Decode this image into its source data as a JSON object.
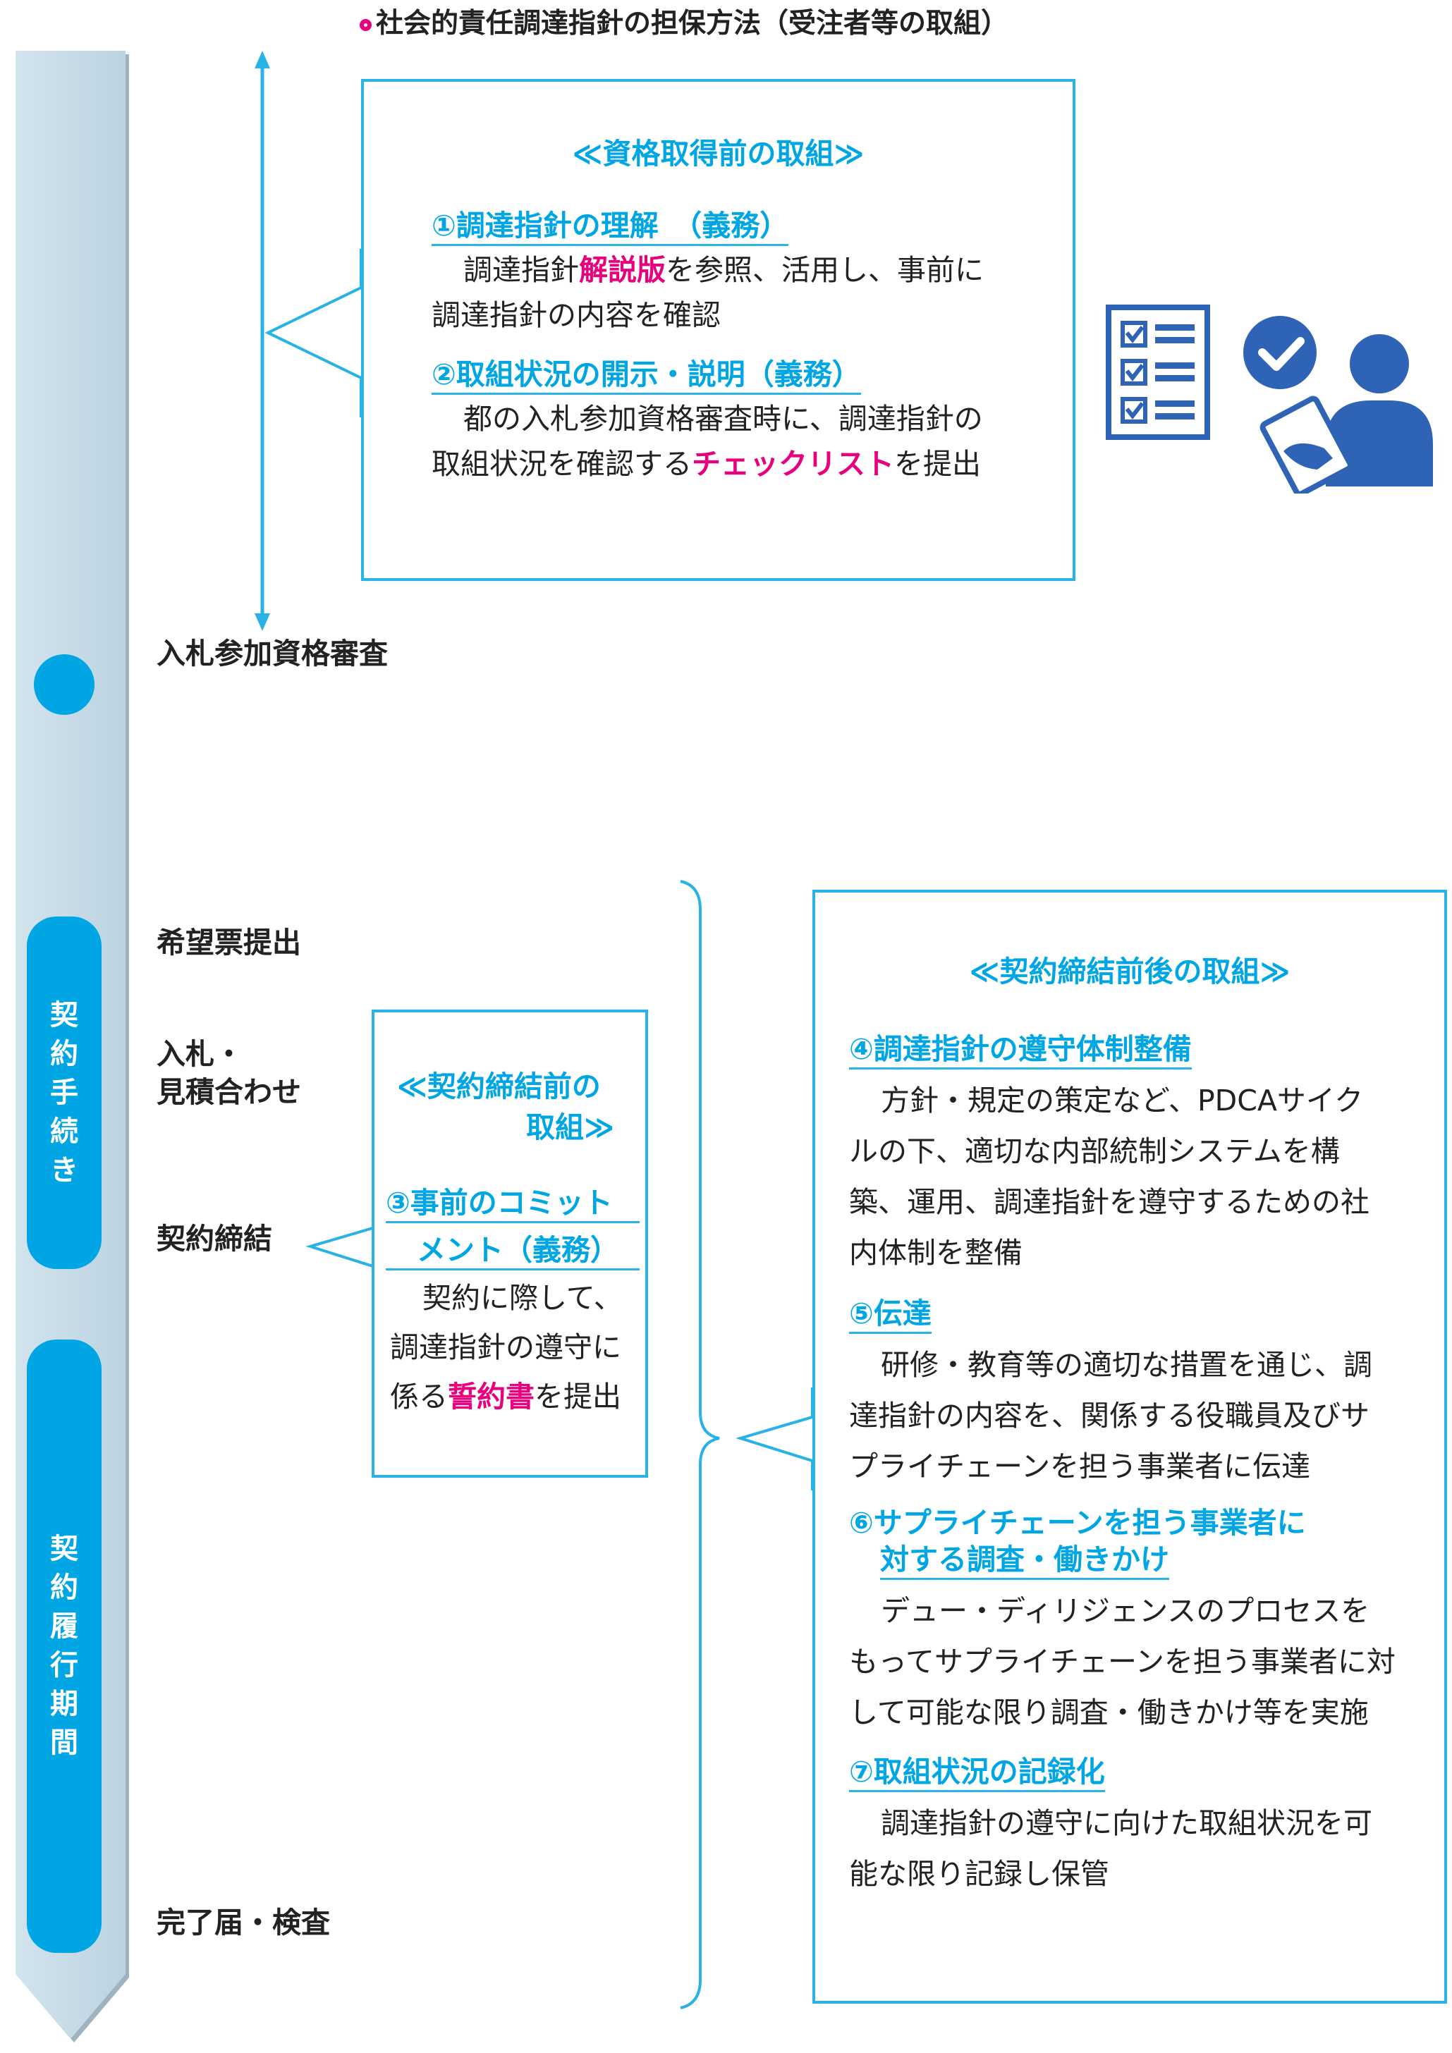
{
  "header": {
    "title": "社会的責任調達指針の担保方法（受注者等の取組）"
  },
  "timeline": {
    "stage_qualification": "入札参加資格審査",
    "stage_request": "希望票提出",
    "stage_bid_line1": "入札・",
    "stage_bid_line2": "見積合わせ",
    "stage_contract": "契約締結",
    "stage_complete": "完了届・検査",
    "pill_procedure": [
      "契",
      "約",
      "手",
      "続",
      "き"
    ],
    "pill_performance": [
      "契",
      "約",
      "履",
      "行",
      "期",
      "間"
    ]
  },
  "box_pre_qualification": {
    "title": "≪資格取得前の取組≫",
    "item1_heading": "①調達指針の理解　（義務）",
    "item1_text_a": "調達指針",
    "item1_highlight": "解説版",
    "item1_text_b": "を参照、活用し、事前に",
    "item1_text_c": "調達指針の内容を確認",
    "item2_heading": "②取組状況の開示・説明（義務）",
    "item2_text_a": "都の入札参加資格審査時に、調達指針の",
    "item2_text_b": "取組状況を確認する",
    "item2_highlight": "チェックリスト",
    "item2_text_c": "を提出"
  },
  "box_pre_contract": {
    "title_line1": "≪契約締結前の",
    "title_line2": "取組≫",
    "item3_heading_line1": "③事前のコミット",
    "item3_heading_line2": "メント（義務）",
    "item3_text_a": "契約に際して、",
    "item3_text_b": "調達指針の遵守に",
    "item3_text_c": "係る",
    "item3_highlight": "誓約書",
    "item3_text_d": "を提出"
  },
  "box_around_contract": {
    "title": "≪契約締結前後の取組≫",
    "item4_heading": "④調達指針の遵守体制整備",
    "item4_lines": [
      "方針・規定の策定など、PDCAサイク",
      "ルの下、適切な内部統制システムを構",
      "築、運用、調達指針を遵守するための社",
      "内体制を整備"
    ],
    "item5_heading": "⑤伝達",
    "item5_lines": [
      "研修・教育等の適切な措置を通じ、調",
      "達指針の内容を、関係する役職員及びサ",
      "プライチェーンを担う事業者に伝達"
    ],
    "item6_heading_line1": "⑥サプライチェーンを担う事業者に",
    "item6_heading_line2": "対する調査・働きかけ",
    "item6_lines": [
      "デュー・ディリジェンスのプロセスを",
      "もってサプライチェーンを担う事業者に対",
      "して可能な限り調査・働きかけ等を実施"
    ],
    "item7_heading": "⑦取組状況の記録化",
    "item7_lines": [
      "調達指針の遵守に向けた取組状況を可",
      "能な限り記録し保管"
    ]
  },
  "icons": {
    "checklist": "checklist-icon",
    "person": "person-with-check-icon"
  },
  "colors": {
    "accent": "#00a6e4",
    "highlight": "#e8007d",
    "timeline_bar": "#cde0ea",
    "icon_blue": "#2f63b5"
  }
}
